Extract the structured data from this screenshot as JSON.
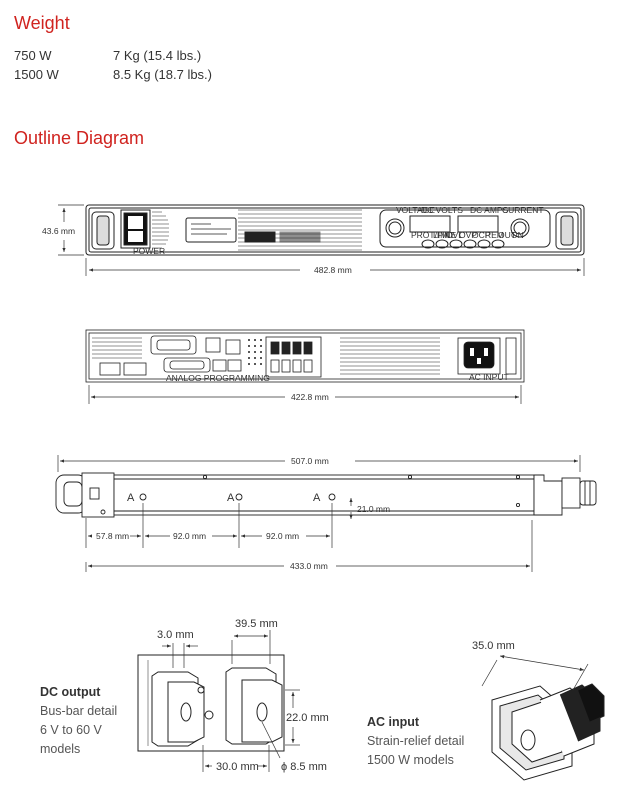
{
  "weight": {
    "title": "Weight",
    "rows": [
      {
        "model": "750 W",
        "value": "7 Kg (15.4 lbs.)"
      },
      {
        "model": "1500 W",
        "value": "8.5 Kg (18.7 lbs.)"
      }
    ]
  },
  "outline": {
    "title": "Outline Diagram",
    "front": {
      "height": "43.6 mm",
      "width": "482.8 mm",
      "power_label": "POWER",
      "panel_labels": [
        "VOLTAGE",
        "DC VOLTS",
        "DC AMPS",
        "CURRENT"
      ],
      "button_labels": [
        "PROT/FINE",
        "LIMIT",
        "OVL",
        "OVP",
        "OCP",
        "REM",
        "OUT",
        "ON"
      ]
    },
    "rear": {
      "width": "422.8 mm",
      "ac_input_label": "AC INPUT",
      "analog_label": "ANALOG PROGRAMMING"
    },
    "side": {
      "length": "507.0 mm",
      "hole_label": "A",
      "d1": "57.8 mm",
      "d2": "92.0 mm",
      "d3": "92.0 mm",
      "hole_offset": "21.0 mm",
      "total": "433.0 mm"
    },
    "dc_output": {
      "title": "DC output",
      "lines": [
        "Bus-bar detail",
        "6 V to 60 V",
        "models"
      ],
      "dim_thickness": "3.0 mm",
      "dim_width": "39.5 mm",
      "dim_height": "22.0 mm",
      "dim_spacing": "30.0 mm",
      "dim_hole": "ϕ 8.5 mm"
    },
    "ac_input": {
      "title": "AC input",
      "lines": [
        "Strain-relief detail",
        "1500 W models"
      ],
      "dim_depth": "35.0 mm"
    }
  }
}
